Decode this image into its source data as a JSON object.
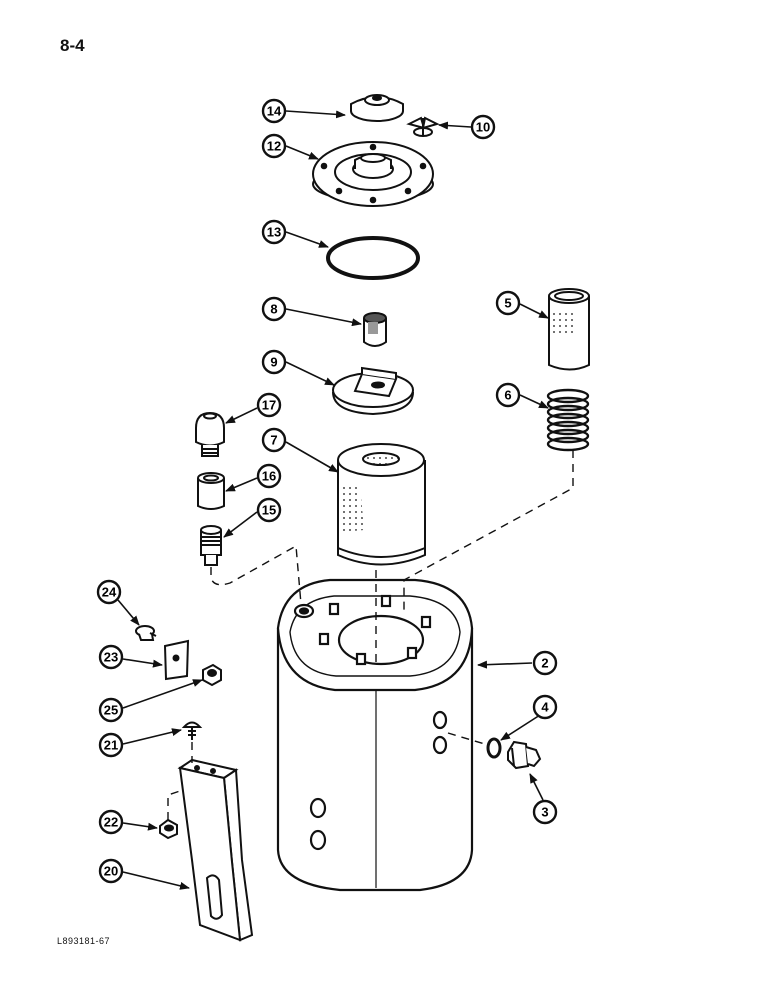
{
  "page": {
    "page_number": "8-4",
    "figure_code": "L893181-67"
  },
  "callouts": [
    {
      "id": "callout-14",
      "label": "14"
    },
    {
      "id": "callout-10",
      "label": "10"
    },
    {
      "id": "callout-12",
      "label": "12"
    },
    {
      "id": "callout-13",
      "label": "13"
    },
    {
      "id": "callout-8",
      "label": "8"
    },
    {
      "id": "callout-5",
      "label": "5"
    },
    {
      "id": "callout-9",
      "label": "9"
    },
    {
      "id": "callout-6",
      "label": "6"
    },
    {
      "id": "callout-17",
      "label": "17"
    },
    {
      "id": "callout-7",
      "label": "7"
    },
    {
      "id": "callout-16",
      "label": "16"
    },
    {
      "id": "callout-15",
      "label": "15"
    },
    {
      "id": "callout-24",
      "label": "24"
    },
    {
      "id": "callout-2",
      "label": "2"
    },
    {
      "id": "callout-23",
      "label": "23"
    },
    {
      "id": "callout-25",
      "label": "25"
    },
    {
      "id": "callout-4",
      "label": "4"
    },
    {
      "id": "callout-21",
      "label": "21"
    },
    {
      "id": "callout-3",
      "label": "3"
    },
    {
      "id": "callout-22",
      "label": "22"
    },
    {
      "id": "callout-20",
      "label": "20"
    }
  ]
}
